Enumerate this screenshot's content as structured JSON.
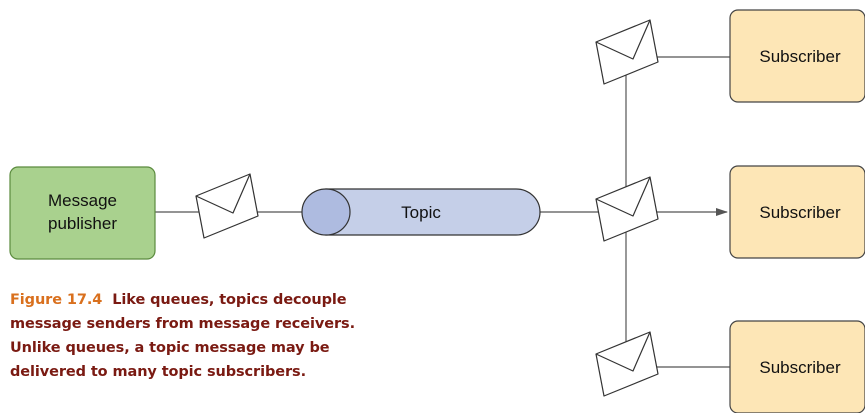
{
  "publisher": {
    "line1": "Message",
    "line2": "publisher"
  },
  "topic": {
    "label": "Topic"
  },
  "subscribers": [
    {
      "label": "Subscriber"
    },
    {
      "label": "Subscriber"
    },
    {
      "label": "Subscriber"
    }
  ],
  "caption": {
    "label": "Figure 17.4",
    "text": "Like queues, topics decouple message senders from message receivers. Unlike queues, a topic message may be delivered to many topic subscribers."
  },
  "colors": {
    "publisher_fill": "#a9d18e",
    "publisher_stroke": "#5b8b3e",
    "topic_fill": "#c5cfe8",
    "topic_cap_fill": "#aebbe0",
    "subscriber_fill": "#fde6b6",
    "line": "#555555",
    "caption_label": "#d9701e",
    "caption_text": "#7a1a12"
  },
  "icons": [
    "envelope-icon",
    "arrow-head-icon"
  ]
}
